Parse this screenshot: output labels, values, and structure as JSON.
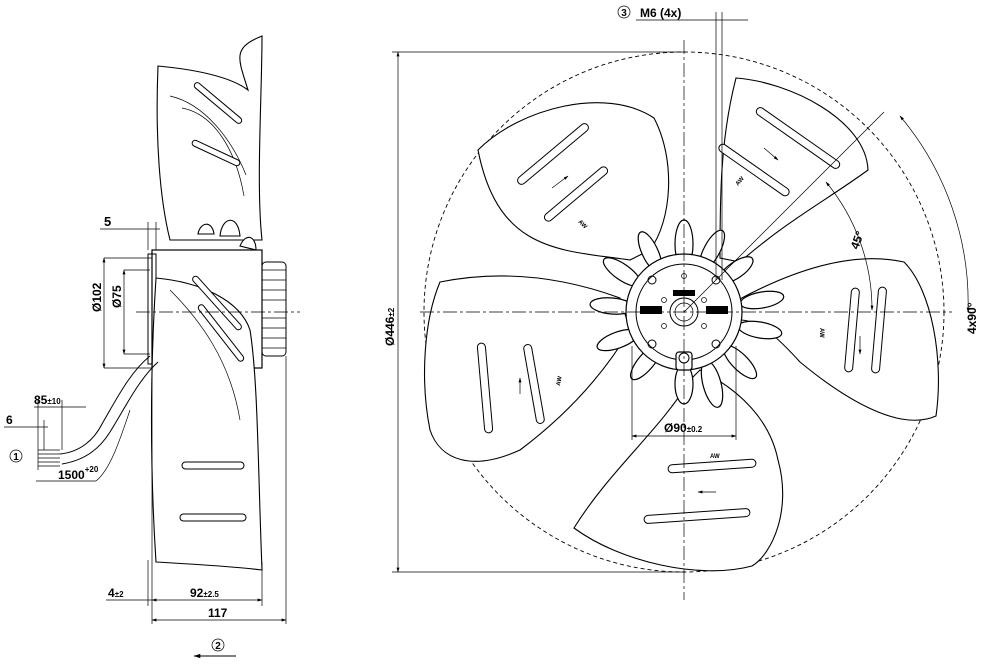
{
  "dimensions": {
    "mounting_thread": "M6 (4x)",
    "callout_mounting": "③",
    "callout_cable": "①",
    "callout_airflow": "②",
    "flange_thickness": "5",
    "dia_102": "Ø102",
    "dia_75": "Ø75",
    "cable_strip": "85",
    "cable_strip_tol": "±10",
    "wire_strip": "6",
    "cable_length": "1500",
    "cable_length_tol": "+20",
    "offset_4": "4",
    "offset_4_tol": "±2",
    "depth_92": "92",
    "depth_92_tol": "±2.5",
    "total_depth": "117",
    "outer_dia": "Ø446",
    "outer_dia_tol": "±2",
    "hole_circle": "Ø90",
    "hole_circle_tol": "±0.2",
    "angle_45": "45°",
    "angle_4x90": "4x90°"
  },
  "colors": {
    "line": "#000000",
    "background": "#ffffff"
  }
}
